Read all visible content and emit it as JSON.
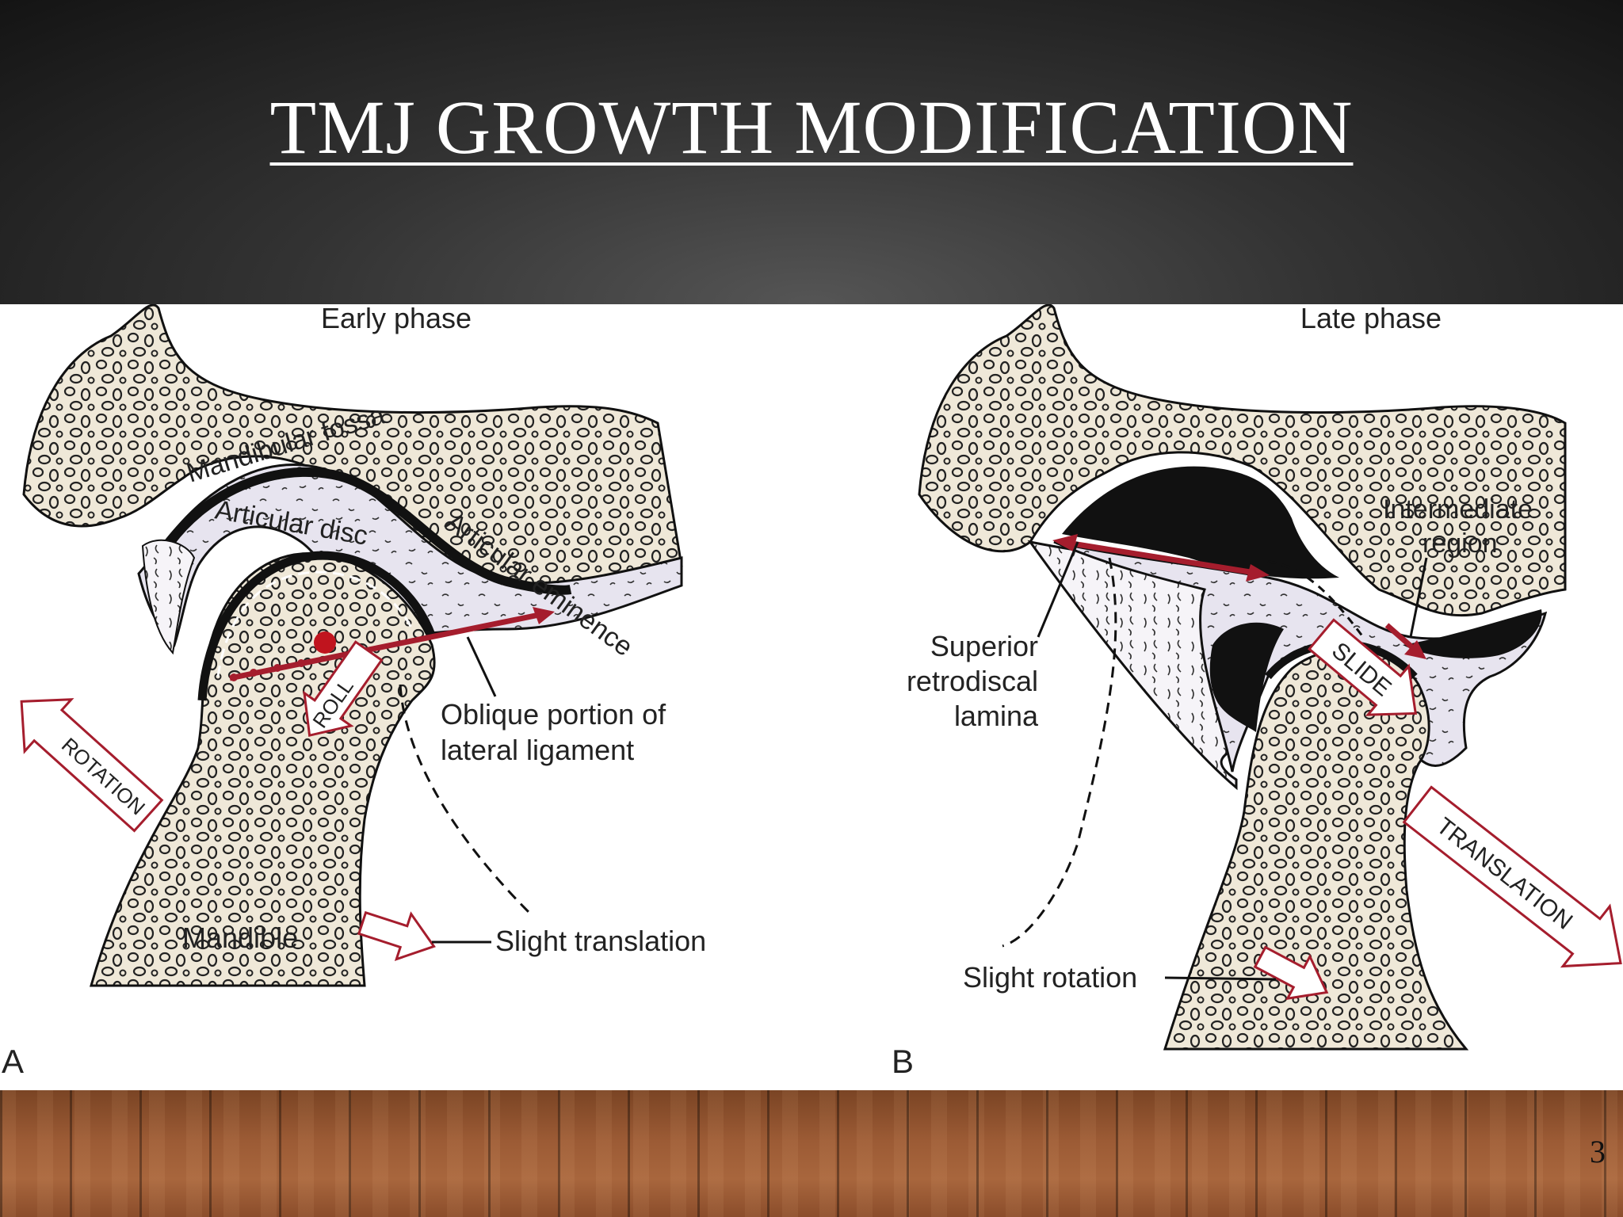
{
  "slide": {
    "title": "TMJ GROWTH MODIFICATION",
    "page_number": "3"
  },
  "colors": {
    "bone": "#efe8d8",
    "disc": "#e7e4ef",
    "arrow_red": "#a51d2d",
    "space_black": "#111111"
  },
  "panel_a": {
    "letter": "A",
    "phase": "Early phase",
    "fossa_label": "Mandibular fossa",
    "disc_label": "Articular disc",
    "eminence_label": "Articular eminence",
    "roll_label": "ROLL",
    "rotation_label": "ROTATION",
    "ligament_line1": "Oblique portion of",
    "ligament_line2": "lateral ligament",
    "mandible_label": "Mandible",
    "translation_label": "Slight translation"
  },
  "panel_b": {
    "letter": "B",
    "phase": "Late phase",
    "intermediate_line1": "Intermediate",
    "intermediate_line2": "region",
    "retro_line1": "Superior",
    "retro_line2": "retrodiscal",
    "retro_line3": "lamina",
    "slide_label": "SLIDE",
    "translation_label": "TRANSLATION",
    "rotation_label": "Slight rotation"
  }
}
